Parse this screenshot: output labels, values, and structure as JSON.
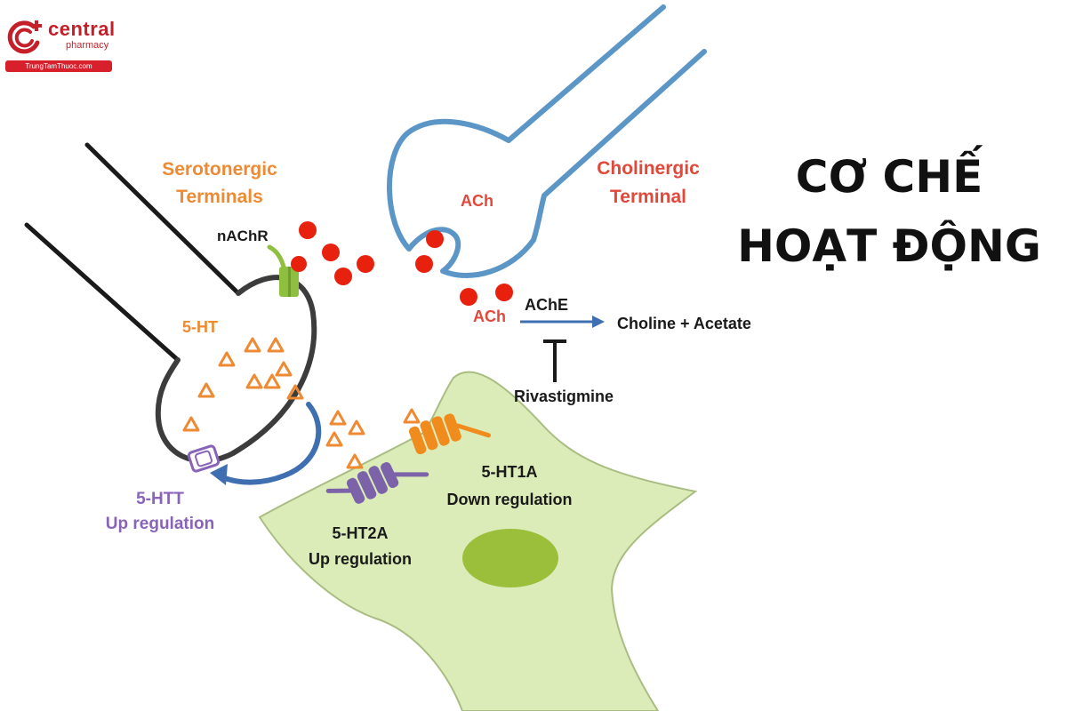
{
  "brand": {
    "name": "central",
    "sub": "pharmacy",
    "band": "TrungTamThuoc.com",
    "color": "#c51f2a"
  },
  "headline": {
    "line1": "CƠ CHẾ",
    "line2": "HOẠT ĐỘNG"
  },
  "diagram": {
    "serotonergic_label": [
      "Serotonergic",
      "Terminals"
    ],
    "cholinergic_label": [
      "Cholinergic",
      "Terminal"
    ],
    "nachr": "nAChR",
    "five_ht": "5-HT",
    "ach_inside": "ACh",
    "ach_cleft": "ACh",
    "ache": "AChE",
    "products": "Choline + Acetate",
    "inhibitor": "Rivastigmine",
    "htt": [
      "5-HTT",
      "Up regulation"
    ],
    "ht1a": [
      "5-HT1A",
      "Down regulation"
    ],
    "ht2a": [
      "5-HT2A",
      "Up regulation"
    ]
  },
  "colors": {
    "orange_label": "#ee8a32",
    "red_label": "#e0483a",
    "purple": "#8864b8",
    "blue_terminal": "#5b96c7",
    "cell_fill": "#dcecb8",
    "nucleus": "#9bbf3a",
    "ach_dot": "#e8200e",
    "receptor_orange": "#f08c1e",
    "receptor_green": "#8fbf3f"
  }
}
